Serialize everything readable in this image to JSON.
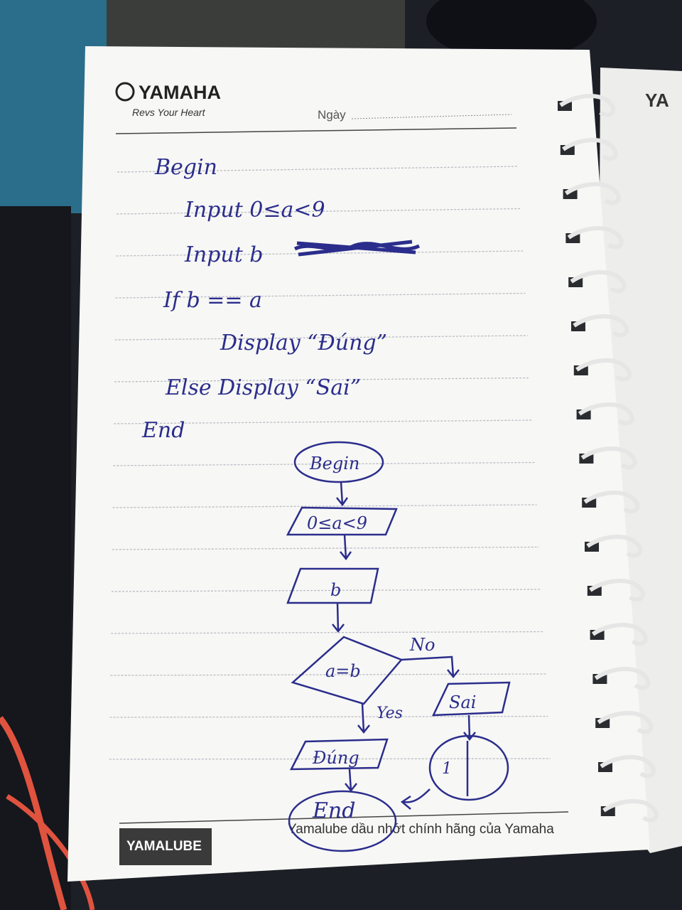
{
  "notebook": {
    "brand": "YAMAHA",
    "tagline": "Revs Your Heart",
    "date_label": "Ngày",
    "footer_brand": "YAMALUBE",
    "footer_text": "Yamalube dầu nhớt chính hãng của Yamaha",
    "next_page_brand": "YA"
  },
  "pseudocode": {
    "line1": "Begin",
    "line2": "Input   0≤a<9",
    "line3": "Input   b",
    "line4": "If   b == a",
    "line5": "Display “Đúng”",
    "line6": "Else  Display “Sai”",
    "line7": "End"
  },
  "flowchart": {
    "start": "Begin",
    "input_a": "0≤a<9",
    "input_b": "b",
    "decision": "a=b",
    "no_label": "No",
    "yes_label": "Yes",
    "false_output": "Sai",
    "true_output": "Đúng",
    "connector": "1",
    "end": "End"
  }
}
